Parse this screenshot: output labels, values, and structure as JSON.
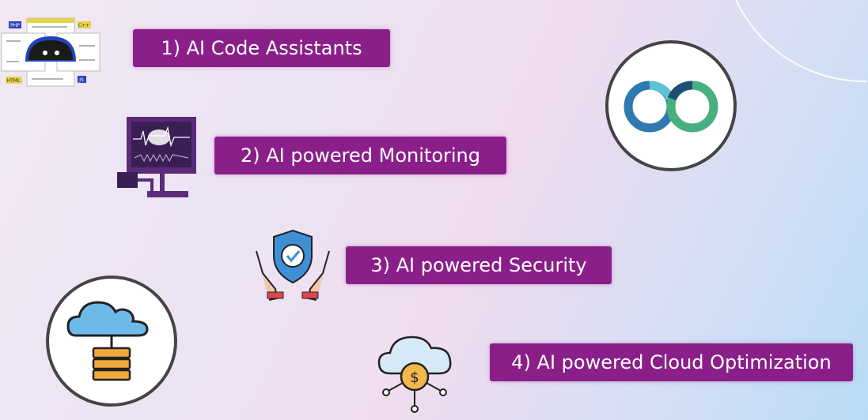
{
  "items": [
    {
      "label": "1) AI Code Assistants",
      "icon": "robot-code-icon"
    },
    {
      "label": "2) AI powered Monitoring",
      "icon": "brain-monitor-icon"
    },
    {
      "label": "3) AI powered Security",
      "icon": "shield-hands-icon"
    },
    {
      "label": "4) AI powered Cloud Optimization",
      "icon": "cloud-dollar-icon"
    }
  ],
  "code_icon_tags": {
    "php": "PHP",
    "cpp": "C++",
    "html": "HTML",
    "js": "JS"
  },
  "colors": {
    "label_bg": "#8b1f8a",
    "label_text": "#ffffff"
  }
}
